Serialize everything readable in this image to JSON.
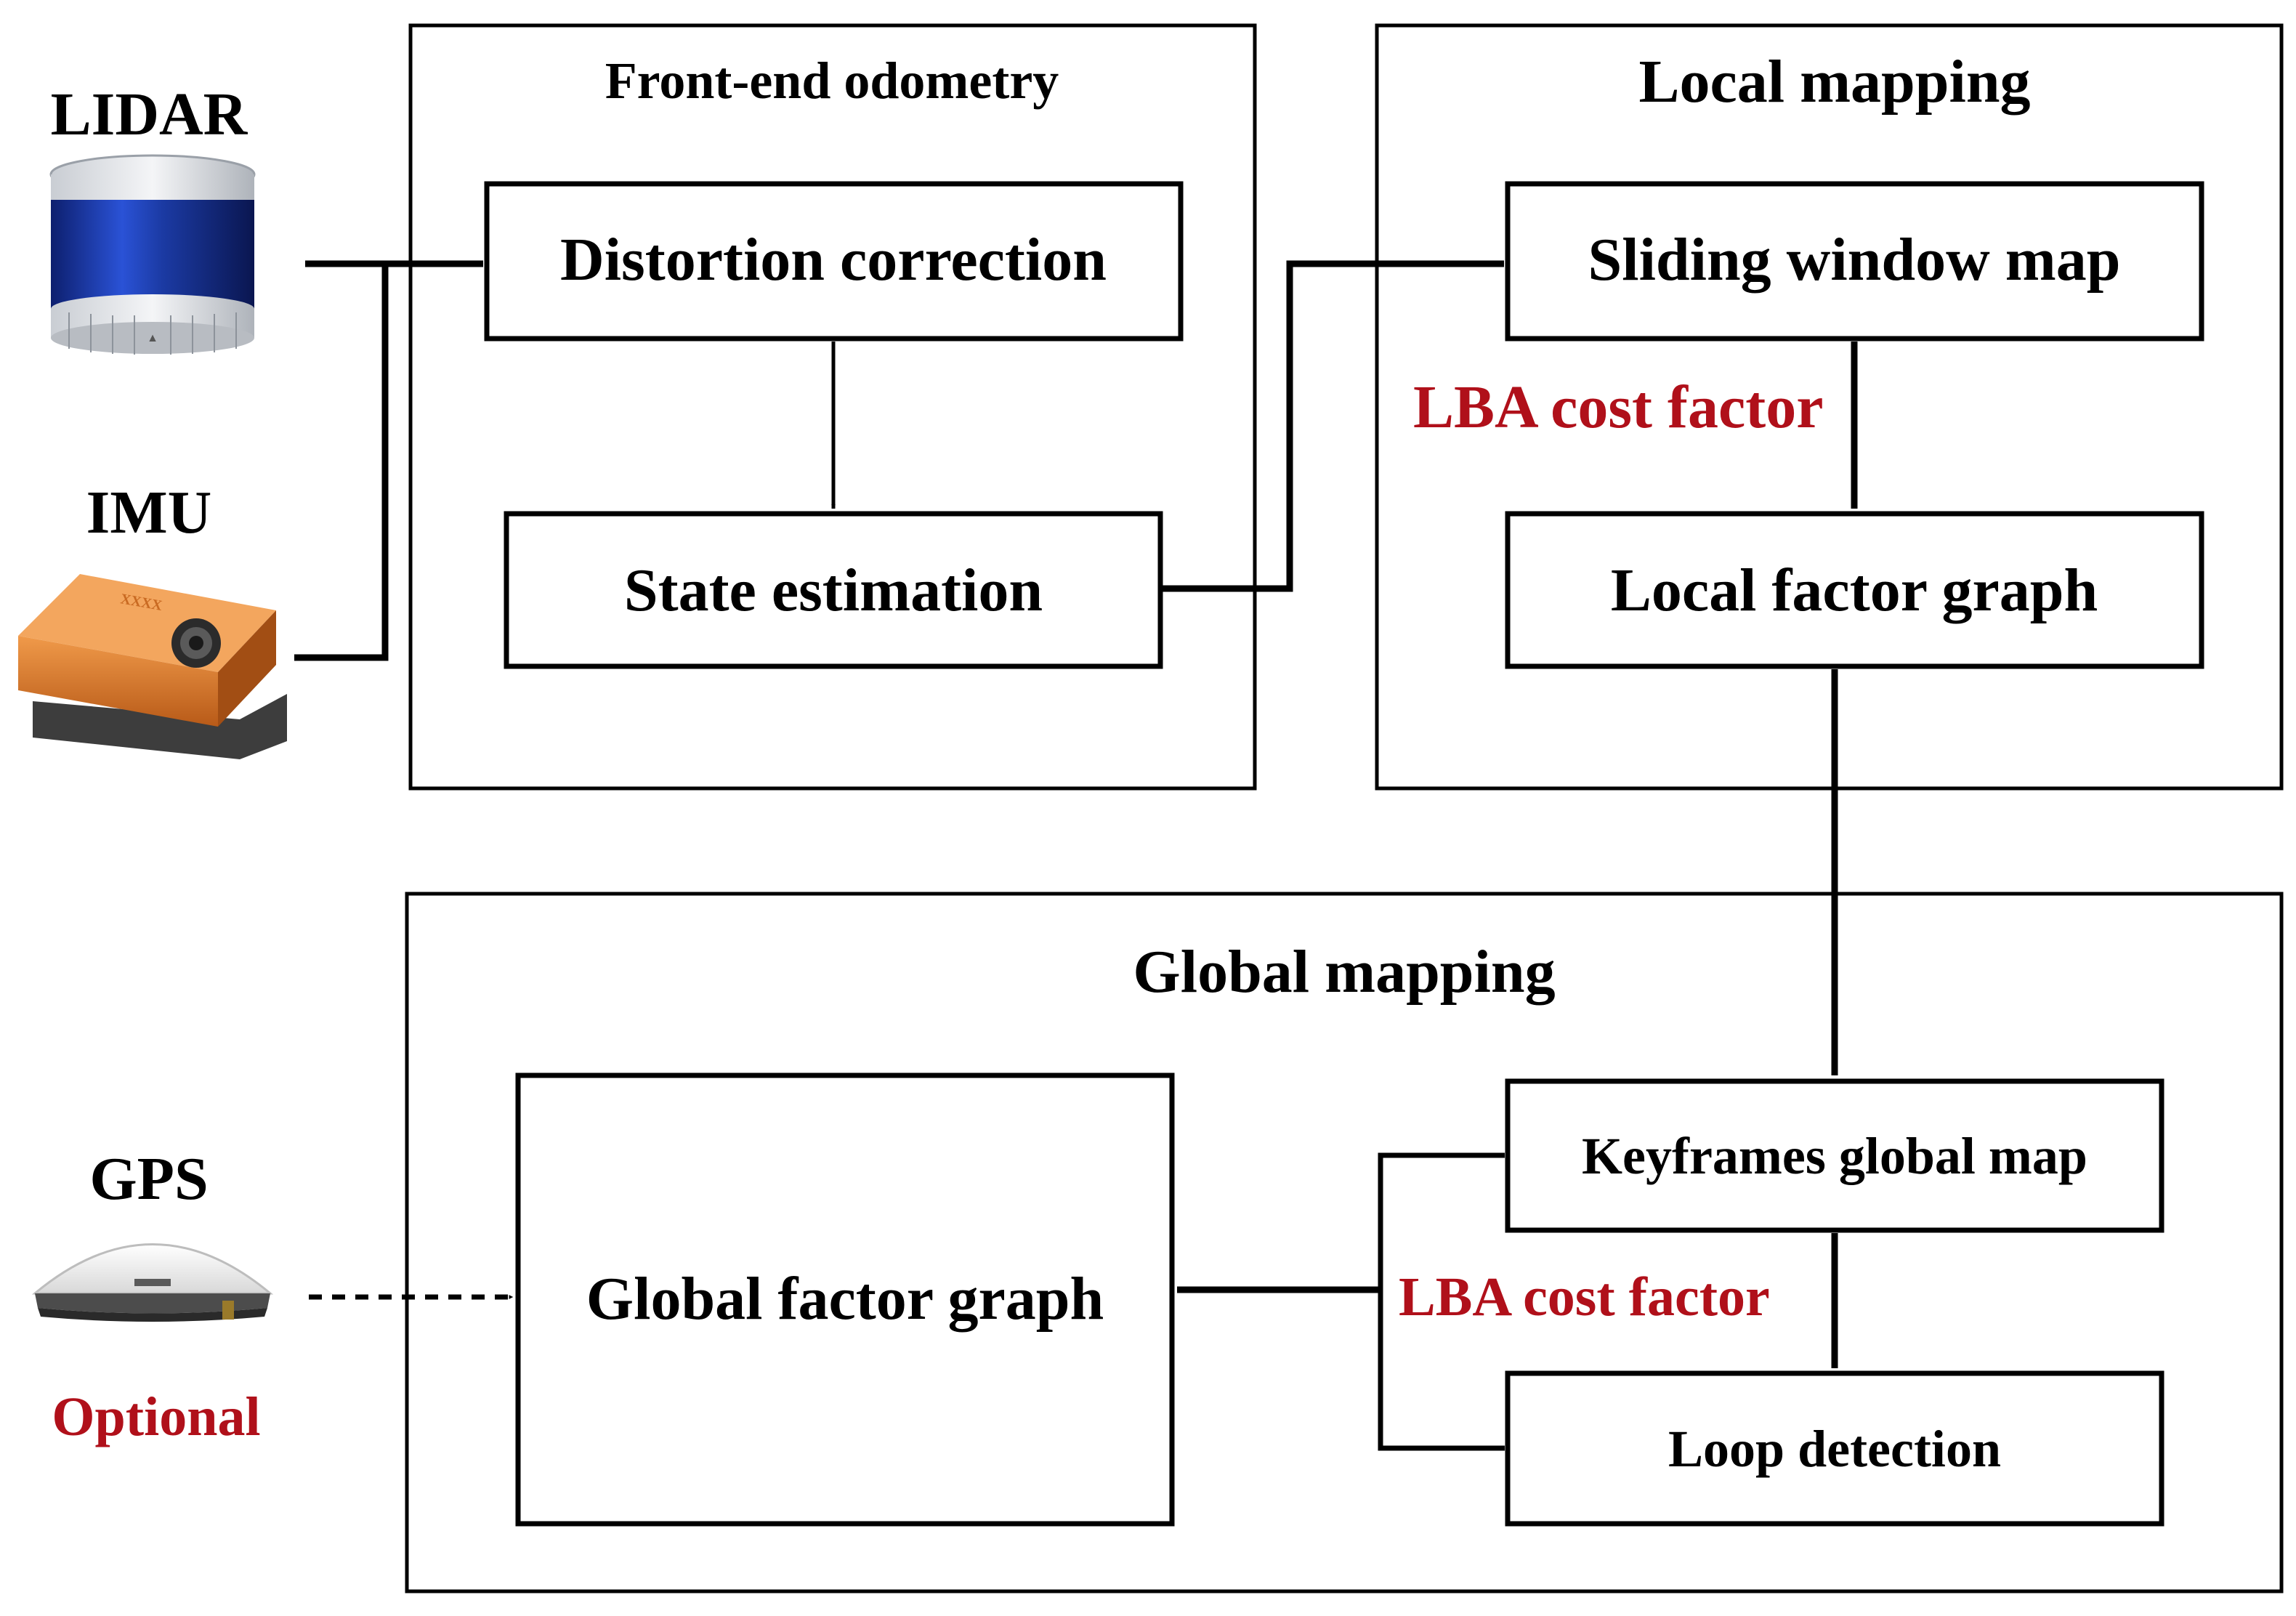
{
  "colors": {
    "stroke": "#000000",
    "text": "#000000",
    "accent_red": "#b0101a",
    "lidar_blue": "#1c3aa8",
    "imu_orange": "#d9762a",
    "gps_white": "#f2f2f2"
  },
  "sensors": {
    "lidar": {
      "label": "LIDAR",
      "icon": "lidar-sensor-icon"
    },
    "imu": {
      "label": "IMU",
      "icon": "imu-sensor-icon"
    },
    "gps": {
      "label": "GPS",
      "icon": "gps-antenna-icon",
      "note": "Optional"
    }
  },
  "modules": {
    "front_end": {
      "title": "Front-end odometry",
      "blocks": {
        "distortion": "Distortion correction",
        "state": "State estimation"
      }
    },
    "local_mapping": {
      "title": "Local mapping",
      "blocks": {
        "sliding": "Sliding window map",
        "local_graph": "Local factor graph"
      },
      "edge_label": "LBA cost factor"
    },
    "global_mapping": {
      "title": "Global mapping",
      "blocks": {
        "global_graph": "Global factor graph",
        "keyframes": "Keyframes global map",
        "loop": "Loop detection"
      },
      "edge_label": "LBA cost factor"
    }
  }
}
